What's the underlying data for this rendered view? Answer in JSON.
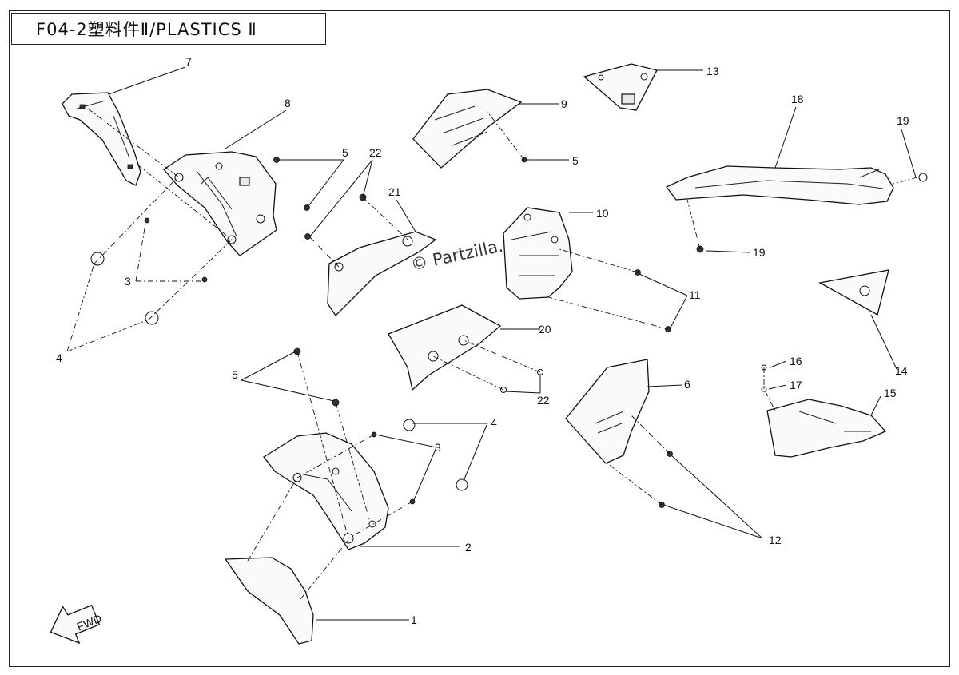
{
  "title": "F04-2塑料件Ⅱ/PLASTICS Ⅱ",
  "watermark": "© Partzilla.com",
  "fwd_label": "FWD",
  "callouts": {
    "c1": "1",
    "c2": "2",
    "c3a": "3",
    "c3b": "3",
    "c4a": "4",
    "c4b": "4",
    "c5a": "5",
    "c5b": "5",
    "c5c": "5",
    "c6": "6",
    "c7": "7",
    "c8": "8",
    "c9": "9",
    "c10": "10",
    "c11": "11",
    "c12": "12",
    "c13": "13",
    "c14": "14",
    "c15": "15",
    "c16": "16",
    "c17": "17",
    "c18": "18",
    "c19a": "19",
    "c19b": "19",
    "c20": "20",
    "c21": "21",
    "c22a": "22",
    "c22b": "22"
  }
}
